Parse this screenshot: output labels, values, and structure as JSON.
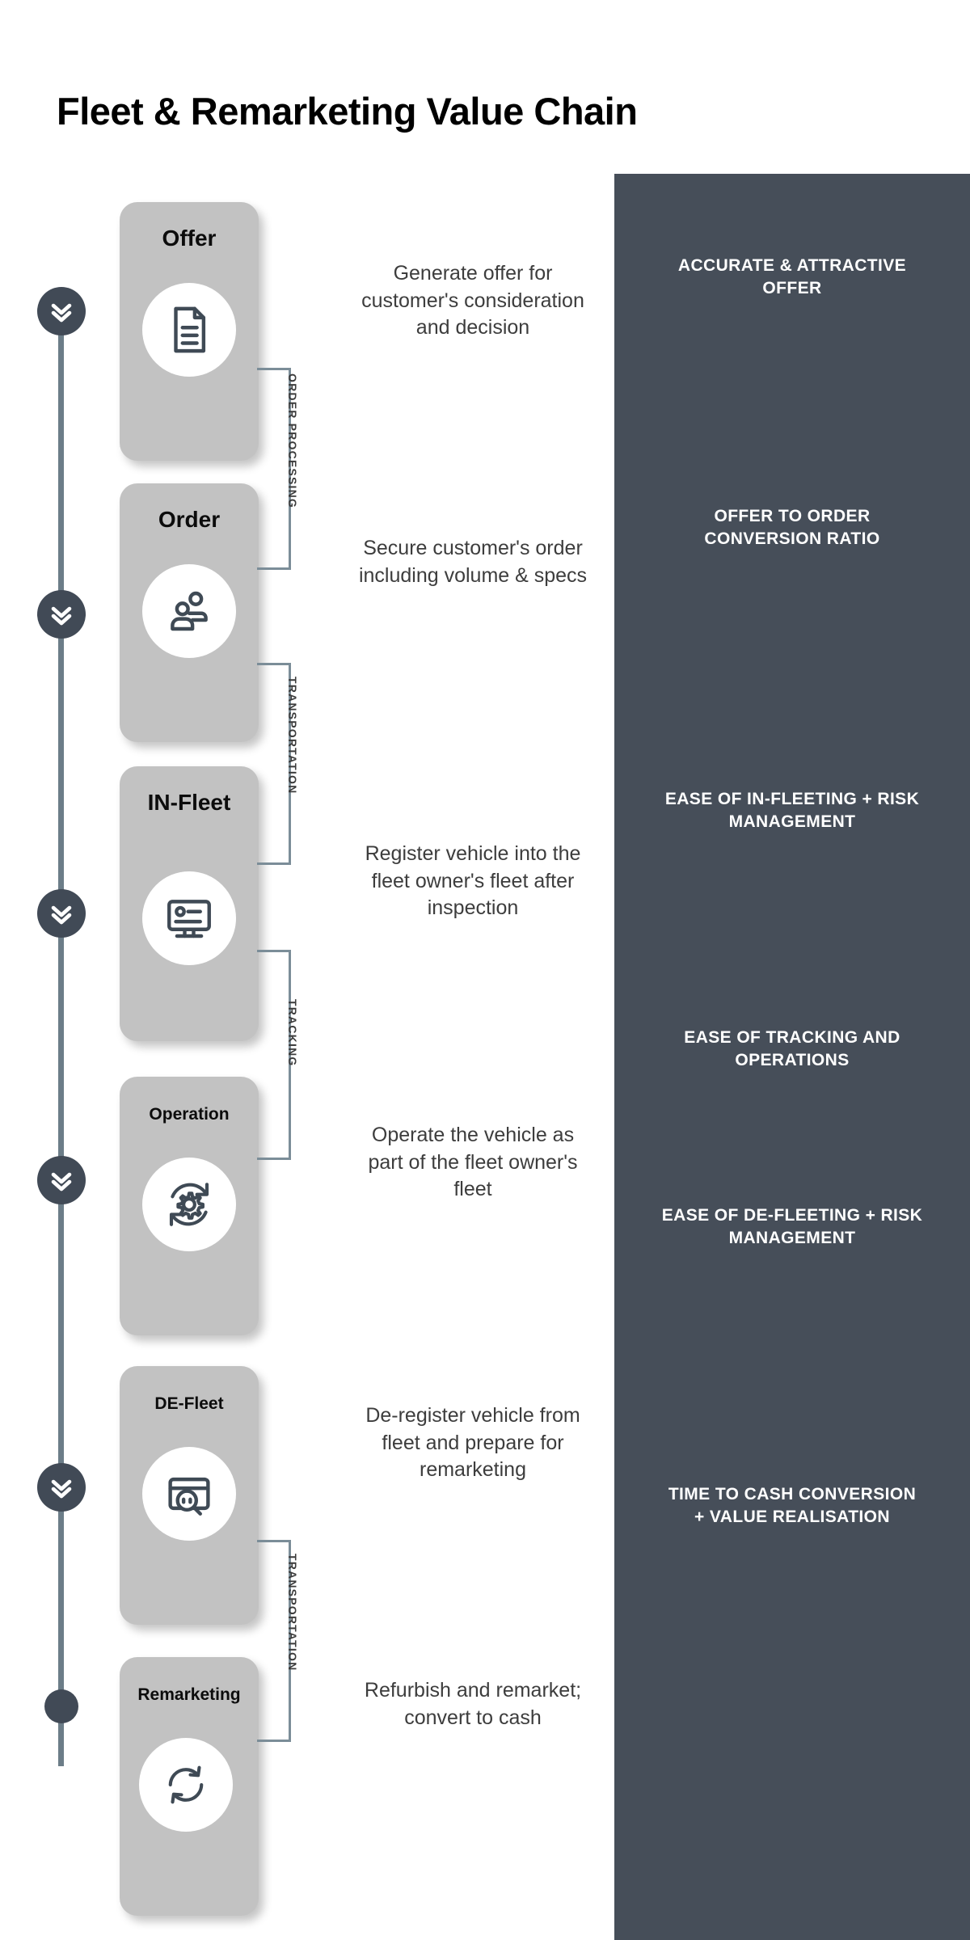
{
  "title": "Fleet & Remarketing Value Chain",
  "colors": {
    "panel_dark": "#464e59",
    "card_gray": "#c2c2c2",
    "rail_blue": "#6c7d88",
    "node_dark": "#414a56",
    "bracket": "#7b8d98",
    "title_text": "#000000",
    "desc_text": "#3d3d3d",
    "outcome_text": "#ffffff"
  },
  "stages": [
    {
      "label": "Offer",
      "icon": "document-icon",
      "description": "Generate offer for customer's consideration and decision",
      "outcome": "ACCURATE & ATTRACTIVE OFFER"
    },
    {
      "label": "Order",
      "icon": "people-icon",
      "description": "Secure customer's order including volume & specs",
      "outcome": "OFFER TO ORDER CONVERSION RATIO"
    },
    {
      "label": "IN-Fleet",
      "icon": "monitor-id-icon",
      "description": "Register vehicle into the fleet owner's fleet after inspection",
      "outcome": "EASE OF IN-FLEETING  + RISK MANAGEMENT"
    },
    {
      "label": "Operation",
      "icon": "gear-refresh-icon",
      "description": "Operate the vehicle as part of the fleet owner's fleet",
      "outcome": "EASE OF TRACKING AND OPERATIONS"
    },
    {
      "label": "DE-Fleet",
      "icon": "card-search-icon",
      "description": "De-register vehicle from fleet and prepare for remarketing",
      "outcome": "EASE OF DE-FLEETING + RISK MANAGEMENT"
    },
    {
      "label": "Remarketing",
      "icon": "refresh-cycle-icon",
      "description": "Refurbish and remarket; convert to cash",
      "outcome": "TIME TO CASH CONVERSION + VALUE REALISATION"
    }
  ],
  "brackets": [
    {
      "label": "ORDER PROCESSING"
    },
    {
      "label": "TRANSPORTATION"
    },
    {
      "label": "TRACKING"
    },
    {
      "label": "TRANSPORTATION"
    }
  ],
  "rail": {
    "node_icon": "chevron-double-down-icon",
    "end_icon": "end-dot"
  }
}
